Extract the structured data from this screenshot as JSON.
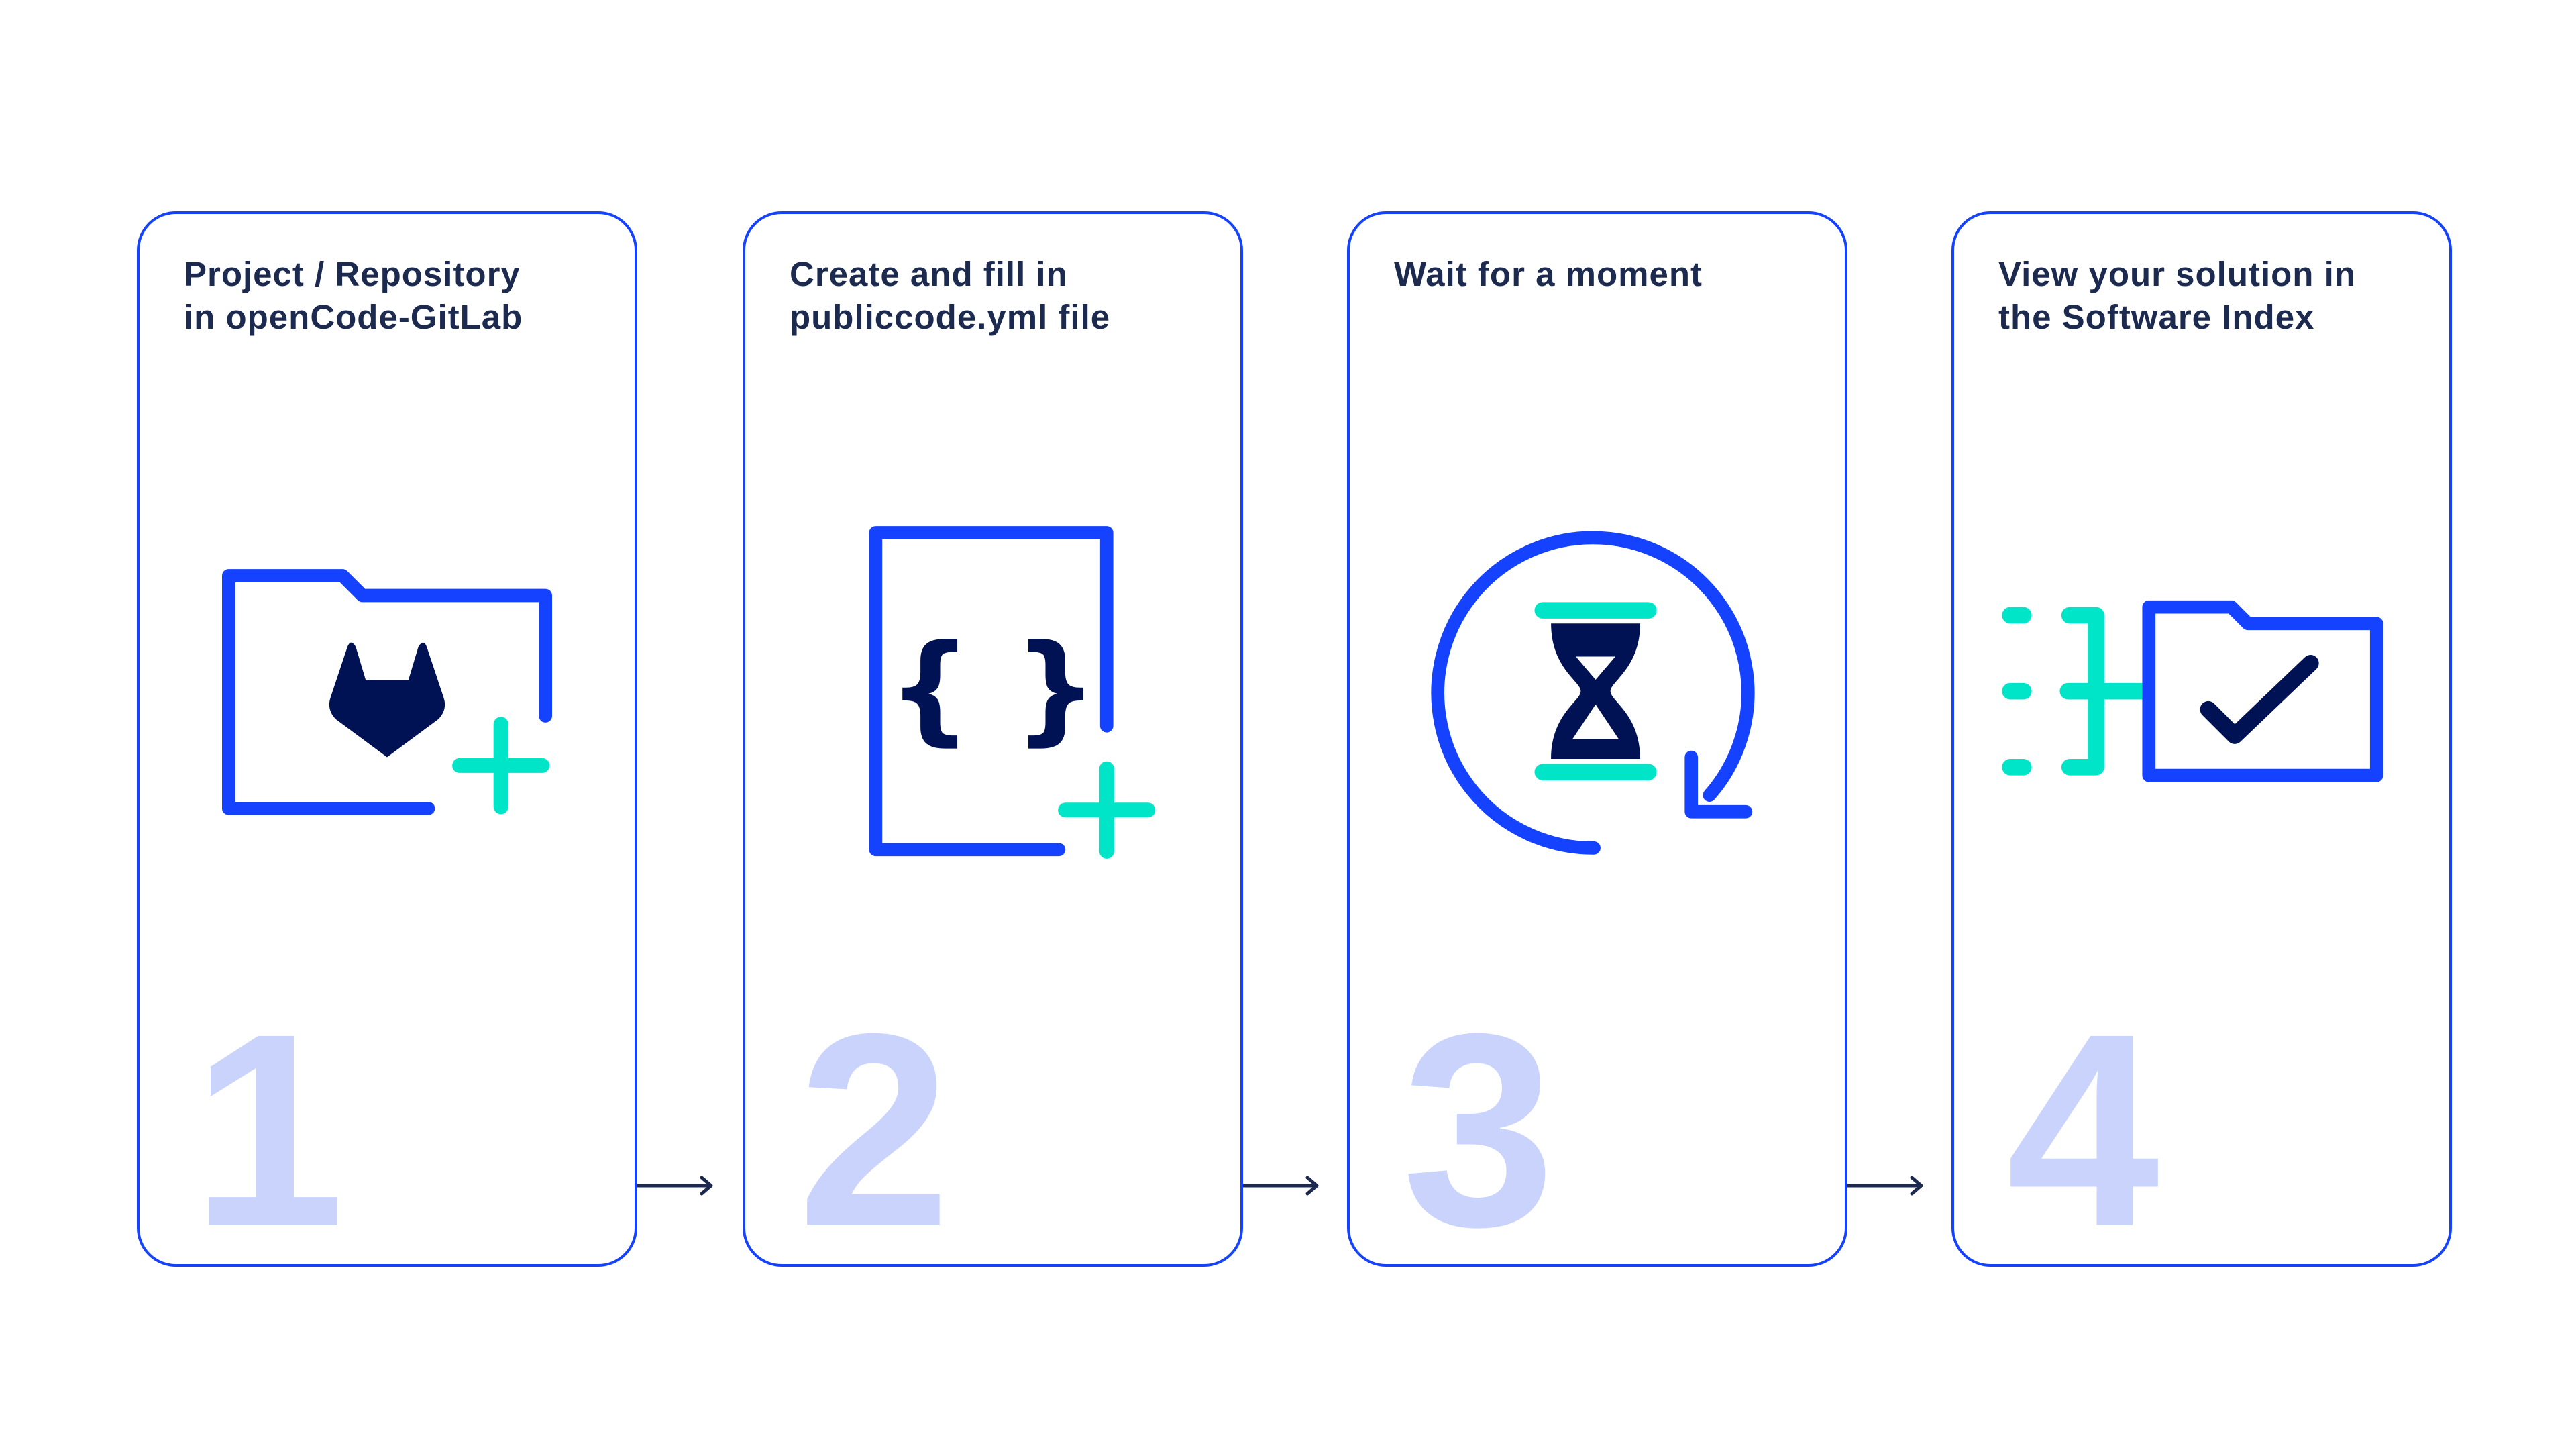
{
  "colors": {
    "border": "#1542FF",
    "icon_blue": "#1542FF",
    "icon_teal": "#00E5C8",
    "icon_navy": "#001253",
    "title_text": "#1b2a4e",
    "step_number": "#c9d3fb"
  },
  "steps": [
    {
      "number": "1",
      "title": "Project / Repository\nin openCode-GitLab",
      "icon": "folder-gitlab-plus-icon"
    },
    {
      "number": "2",
      "title": "Create and fill in\npubliccode.yml file",
      "icon": "code-file-plus-icon",
      "icon_text": "{ }"
    },
    {
      "number": "3",
      "title": "Wait for a moment",
      "icon": "hourglass-refresh-icon"
    },
    {
      "number": "4",
      "title": "View your solution in\nthe Software Index",
      "icon": "index-folder-check-icon"
    }
  ],
  "connectors": [
    "arrow-right-icon",
    "arrow-right-icon",
    "arrow-right-icon"
  ]
}
